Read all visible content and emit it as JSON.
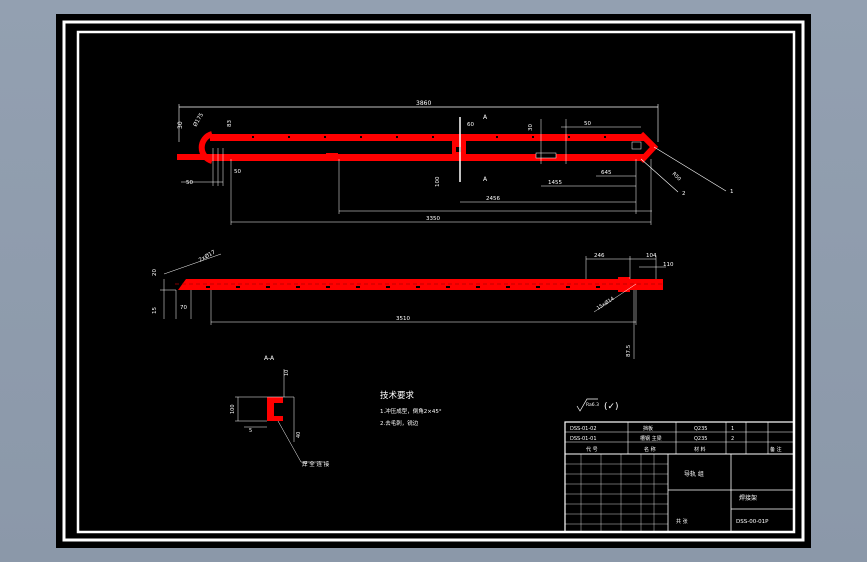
{
  "drawing": {
    "dimensions": {
      "top_overall": "3860",
      "top_left_vertical": "30",
      "top_left_slant": "Ø175",
      "top_left_small": "83",
      "top_left_bottom": "50",
      "top_left_bottom2": "50",
      "top_center_small": "60",
      "top_right_small": "30",
      "top_right_50": "50",
      "top_vertical_100": "100",
      "top_1455": "1455",
      "top_645": "645",
      "top_2456": "2456",
      "top_bottom_3350": "3350",
      "top_right_angle": "R50",
      "mid_angle": "2xØ17",
      "mid_left_20": "20",
      "mid_left_15": "15",
      "mid_left_70": "70",
      "mid_246": "246",
      "mid_104": "104",
      "mid_110": "110",
      "mid_3510": "3510",
      "mid_hole": "15xØ14",
      "mid_875": "87.5",
      "sec_top": "10",
      "sec_left": "100",
      "sec_bottom": "5",
      "sec_right": "40"
    },
    "section_title": "A-A",
    "section_marks": [
      "A",
      "A"
    ],
    "leaders": [
      "1",
      "2"
    ],
    "weld_note": "焊 全 连 接",
    "tech_req": {
      "title": "技术要求",
      "line1": "1.冲压成型，倒角2×45°",
      "line2": "2.去毛刺，锐边"
    },
    "surface": {
      "symbol": "Ra6.3",
      "extra": "(✓)"
    },
    "title_block": {
      "part_rows": [
        [
          "DSS-01-02",
          "挡板",
          "Q235"
        ],
        [
          "DSS-01-01",
          "槽钢 主梁",
          "Q235"
        ]
      ],
      "header_left": "代 号",
      "header_name": "名 称",
      "header_mat": "材 料",
      "name_cell": "导轨 组",
      "right_name": "焊接架",
      "drawing_no": "DSS-00-01P",
      "qty_label": "备 注",
      "seq1": "1",
      "seq2": "2",
      "page": "共 张"
    }
  },
  "colors": {
    "page": "#000000",
    "frame": "#ffffff",
    "part": "#ff0000",
    "text": "#ffffff"
  }
}
